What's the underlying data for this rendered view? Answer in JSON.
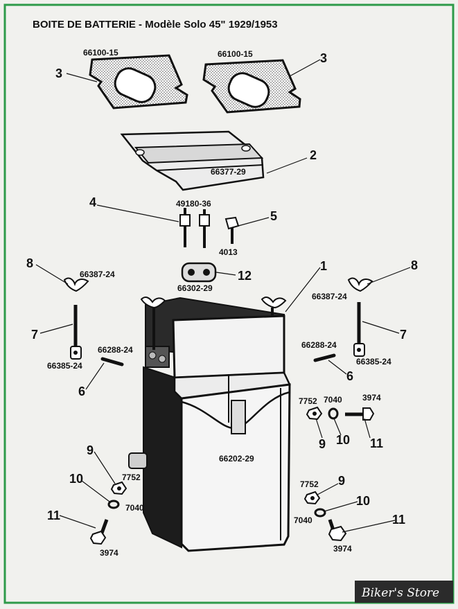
{
  "title": "BOITE DE BATTERIE - Modèle Solo 45\" 1929/1953",
  "watermark": "Biker's Store",
  "colors": {
    "border": "#2e9a4a",
    "ink": "#111111",
    "paper": "#f1f1ee"
  },
  "part_numbers": {
    "gasket_left": "66100-15",
    "gasket_right": "66100-15",
    "cover_plate": "66377-29",
    "stud": "49180-36",
    "bolt_small": "4013",
    "wing_nut_left": "66387-24",
    "wing_nut_right": "66387-24",
    "clamp": "66302-29",
    "pin_left": "66288-24",
    "pin_right": "66288-24",
    "eye_bolt_left": "66385-24",
    "eye_bolt_right": "66385-24",
    "box": "66202-29",
    "nut_mid": "7752",
    "lock_washer_mid": "7040",
    "screw_mid": "3974",
    "nut_left": "7752",
    "lock_washer_left": "7040",
    "screw_left": "3974",
    "nut_right": "7752",
    "lock_washer_right": "7040",
    "screw_right": "3974"
  },
  "callouts": {
    "c3a": "3",
    "c3b": "3",
    "c2": "2",
    "c4": "4",
    "c5": "5",
    "c8a": "8",
    "c8b": "8",
    "c1": "1",
    "c12": "12",
    "c7a": "7",
    "c7b": "7",
    "c6a": "6",
    "c6b": "6",
    "c9a": "9",
    "c10a": "10",
    "c11a": "11",
    "c9b": "9",
    "c10b": "10",
    "c11b": "11",
    "c9c": "9",
    "c10c": "10",
    "c11c": "11"
  }
}
